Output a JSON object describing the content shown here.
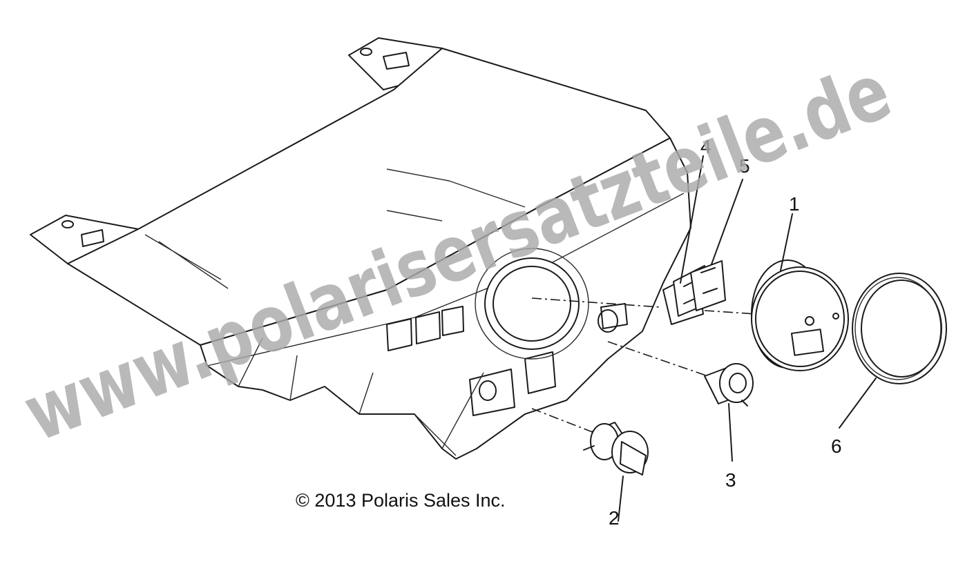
{
  "callouts": [
    {
      "label": "1",
      "part": "speedometer-gauge"
    },
    {
      "label": "2",
      "part": "ignition-key-switch"
    },
    {
      "label": "3",
      "part": "power-outlet"
    },
    {
      "label": "4",
      "part": "rocker-switch-left"
    },
    {
      "label": "5",
      "part": "rocker-switch-right"
    },
    {
      "label": "6",
      "part": "gauge-bezel-ring"
    }
  ],
  "copyright": "© 2013 Polaris Sales Inc.",
  "watermark": "www.polarisersatzteile.de"
}
